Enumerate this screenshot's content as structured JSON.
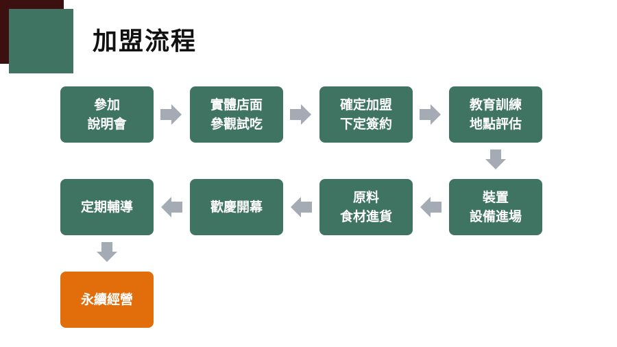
{
  "title": "加盟流程",
  "colors": {
    "step": "#3f7362",
    "final_step": "#e26d0b",
    "arrow": "#a4abb4",
    "corner_dark": "#3d1010"
  },
  "steps": [
    {
      "label": "參加\n說明會"
    },
    {
      "label": "實體店面\n參觀試吃"
    },
    {
      "label": "確定加盟\n下定簽約"
    },
    {
      "label": "教育訓練\n地點評估"
    },
    {
      "label": "裝置\n設備進場"
    },
    {
      "label": "原料\n食材進貨"
    },
    {
      "label": "歡慶開幕"
    },
    {
      "label": "定期輔導"
    },
    {
      "label": "永續經營"
    }
  ]
}
